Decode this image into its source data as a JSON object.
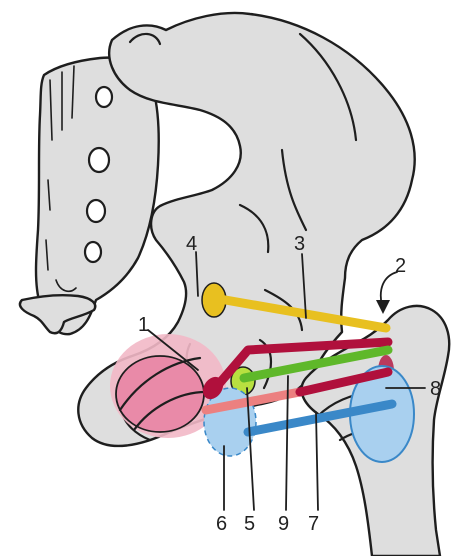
{
  "colors": {
    "bone": "#dedede",
    "outline": "#1e1e1e",
    "yellow": "#e8c020",
    "crimson": "#b0103c",
    "green": "#5fb82a",
    "lime": "#b8e040",
    "blue": "#3a88c8",
    "light_blue": "#a9d0ef",
    "pink": "#e98aa8",
    "light_pink": "#f2b8c6",
    "salmon": "#ec8080"
  },
  "labels": {
    "l1": "1",
    "l2": "2",
    "l3": "3",
    "l4": "4",
    "l5": "5",
    "l6": "6",
    "l7": "7",
    "l8": "8",
    "l9": "9"
  }
}
